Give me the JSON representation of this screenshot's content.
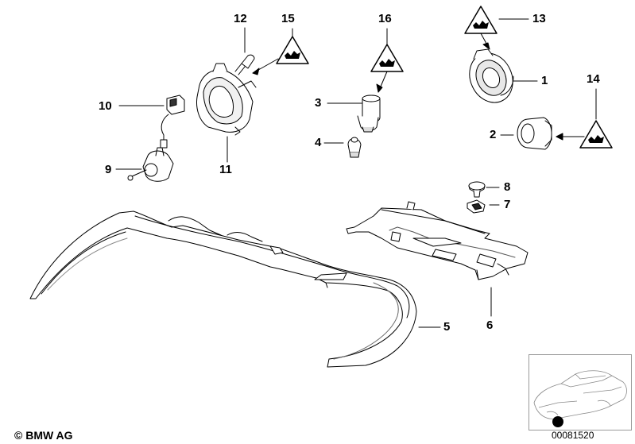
{
  "callouts": [
    {
      "id": "c1",
      "text": "1"
    },
    {
      "id": "c2",
      "text": "2"
    },
    {
      "id": "c3",
      "text": "3"
    },
    {
      "id": "c4",
      "text": "4"
    },
    {
      "id": "c5",
      "text": "5"
    },
    {
      "id": "c6",
      "text": "6"
    },
    {
      "id": "c7",
      "text": "7"
    },
    {
      "id": "c8",
      "text": "8"
    },
    {
      "id": "c9",
      "text": "9"
    },
    {
      "id": "c10",
      "text": "10"
    },
    {
      "id": "c11",
      "text": "11"
    },
    {
      "id": "c12",
      "text": "12"
    },
    {
      "id": "c13",
      "text": "13"
    },
    {
      "id": "c14",
      "text": "14"
    },
    {
      "id": "c15",
      "text": "15"
    },
    {
      "id": "c16",
      "text": "16"
    }
  ],
  "footer": {
    "copyright": "© BMW AG",
    "doc_number": "00081520"
  },
  "colors": {
    "line": "#000000",
    "part_fill": "#f4f4f4",
    "shade": "#bdbdbd",
    "inset_border": "#9a9a9a"
  },
  "icons": [
    "warning-triangle-icon"
  ]
}
